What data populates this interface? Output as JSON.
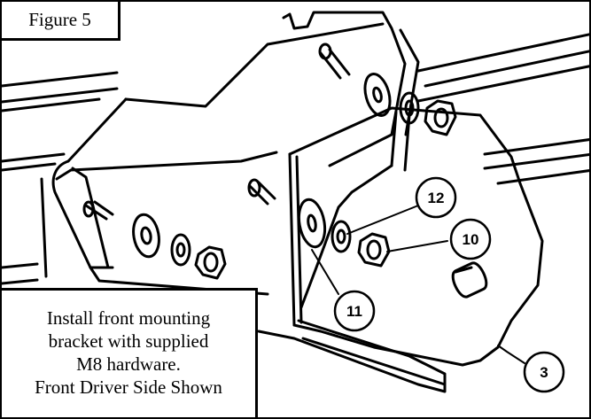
{
  "figure_label": "Figure 5",
  "caption_lines": [
    "Install front mounting",
    "bracket with supplied",
    "M8 hardware.",
    "Front Driver Side Shown"
  ],
  "callouts": {
    "c12": "12",
    "c10": "10",
    "c11": "11",
    "c3": "3"
  }
}
